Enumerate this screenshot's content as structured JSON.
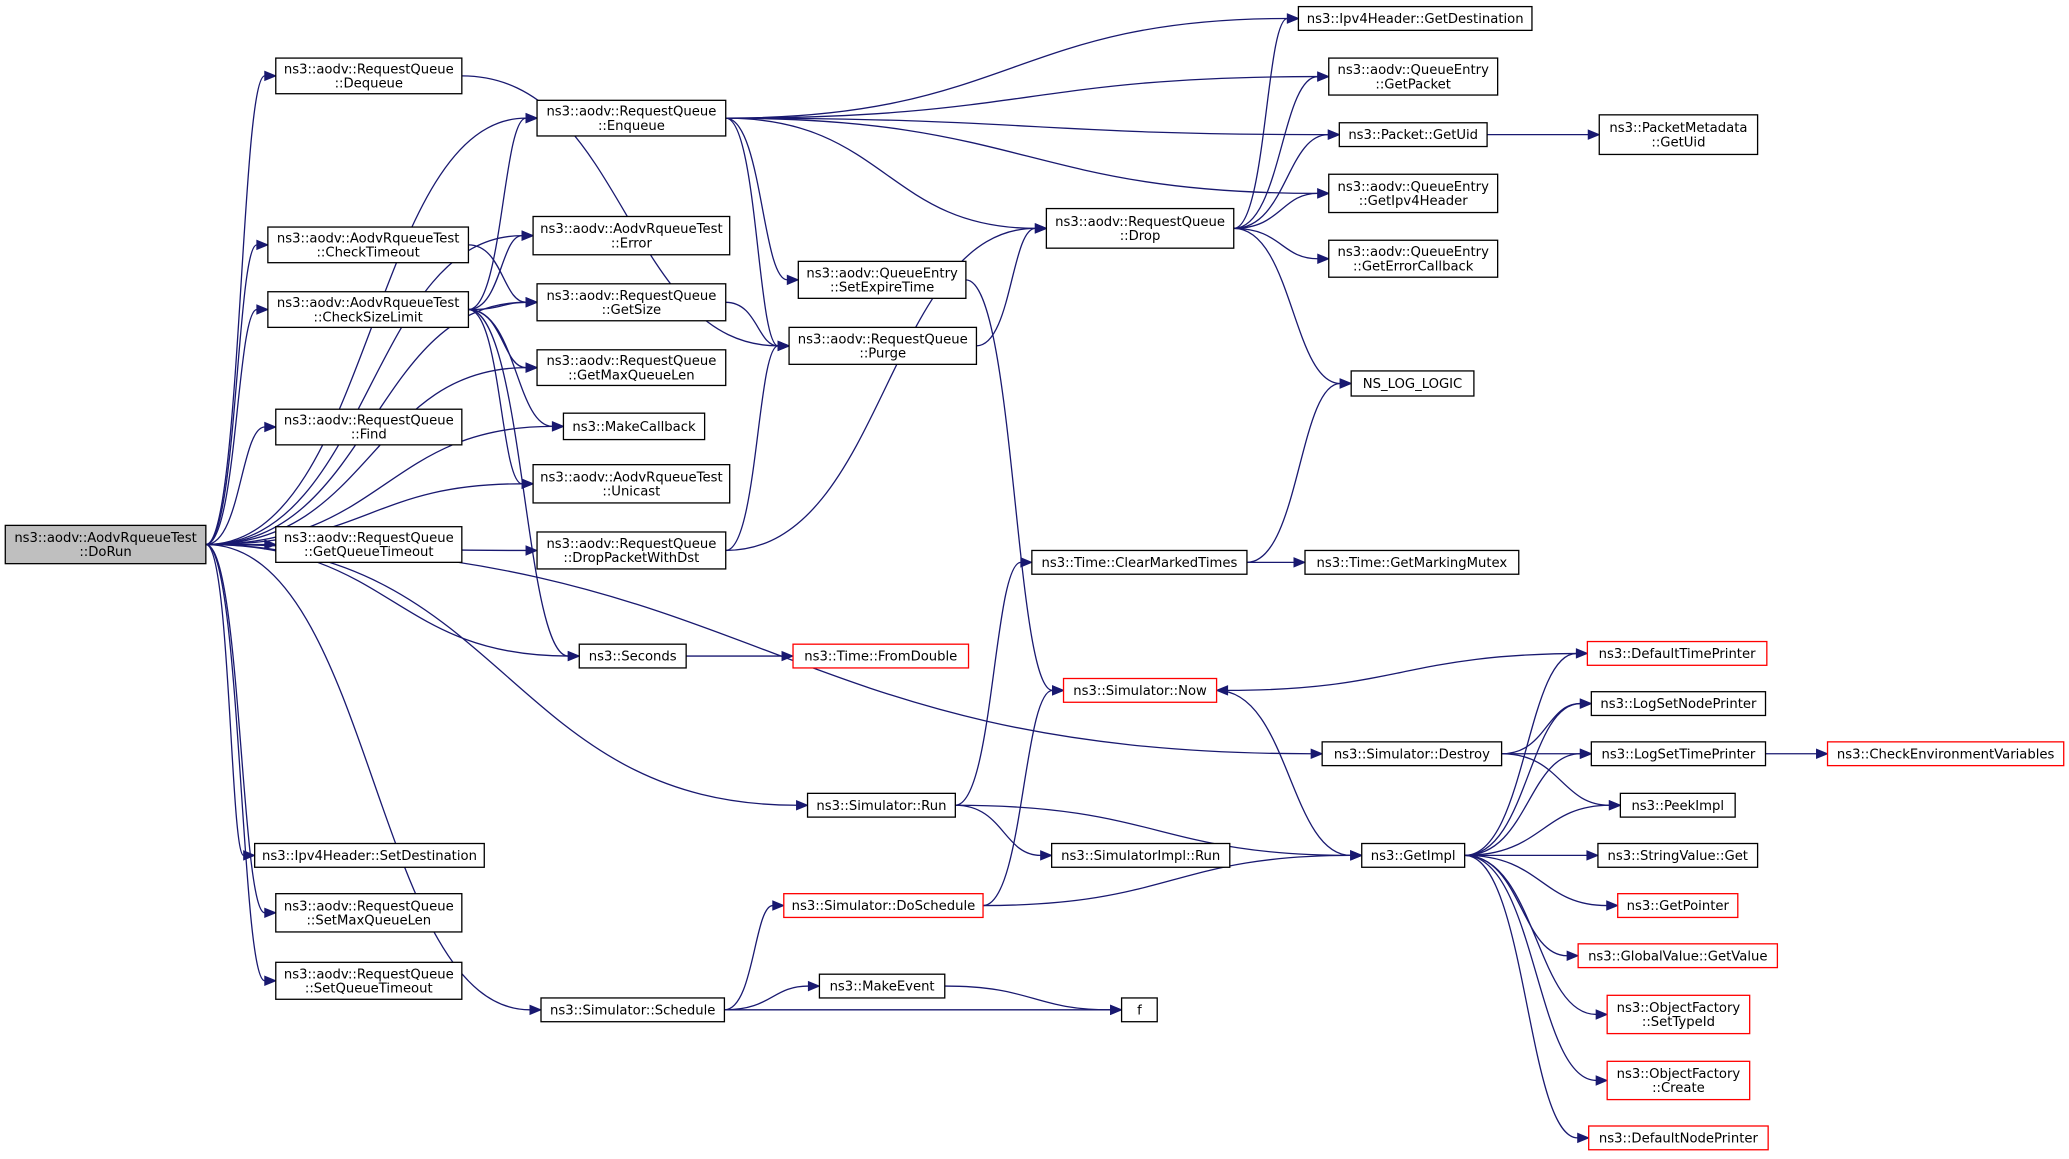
{
  "graph": {
    "edge_color": "#191970",
    "root_fill": "#bfbfbf",
    "nodes": [
      {
        "id": "dorun",
        "lines": [
          "ns3::aodv::AodvRqueueTest",
          "::DoRun"
        ],
        "root": true
      },
      {
        "id": "dequeue",
        "lines": [
          "ns3::aodv::RequestQueue",
          "::Dequeue"
        ]
      },
      {
        "id": "checktimeout",
        "lines": [
          "ns3::aodv::AodvRqueueTest",
          "::CheckTimeout"
        ]
      },
      {
        "id": "checksizelimit",
        "lines": [
          "ns3::aodv::AodvRqueueTest",
          "::CheckSizeLimit"
        ]
      },
      {
        "id": "find",
        "lines": [
          "ns3::aodv::RequestQueue",
          "::Find"
        ]
      },
      {
        "id": "getqueuetimeout",
        "lines": [
          "ns3::aodv::RequestQueue",
          "::GetQueueTimeout"
        ]
      },
      {
        "id": "setdestination",
        "lines": [
          "ns3::Ipv4Header::SetDestination"
        ]
      },
      {
        "id": "setmaxqueuelen",
        "lines": [
          "ns3::aodv::RequestQueue",
          "::SetMaxQueueLen"
        ]
      },
      {
        "id": "setqueuetimeout",
        "lines": [
          "ns3::aodv::RequestQueue",
          "::SetQueueTimeout"
        ]
      },
      {
        "id": "enqueue",
        "lines": [
          "ns3::aodv::RequestQueue",
          "::Enqueue"
        ]
      },
      {
        "id": "error",
        "lines": [
          "ns3::aodv::AodvRqueueTest",
          "::Error"
        ]
      },
      {
        "id": "getsize",
        "lines": [
          "ns3::aodv::RequestQueue",
          "::GetSize"
        ]
      },
      {
        "id": "getmaxqueuelen",
        "lines": [
          "ns3::aodv::RequestQueue",
          "::GetMaxQueueLen"
        ]
      },
      {
        "id": "makecallback",
        "lines": [
          "ns3::MakeCallback"
        ]
      },
      {
        "id": "unicast",
        "lines": [
          "ns3::aodv::AodvRqueueTest",
          "::Unicast"
        ]
      },
      {
        "id": "droppacketwithdst",
        "lines": [
          "ns3::aodv::RequestQueue",
          "::DropPacketWithDst"
        ]
      },
      {
        "id": "seconds",
        "lines": [
          "ns3::Seconds"
        ]
      },
      {
        "id": "simrun",
        "lines": [
          "ns3::Simulator::Run"
        ]
      },
      {
        "id": "doschedule",
        "lines": [
          "ns3::Simulator::DoSchedule"
        ],
        "red": true
      },
      {
        "id": "schedule",
        "lines": [
          "ns3::Simulator::Schedule"
        ]
      },
      {
        "id": "setexpiretime",
        "lines": [
          "ns3::aodv::QueueEntry",
          "::SetExpireTime"
        ]
      },
      {
        "id": "purge",
        "lines": [
          "ns3::aodv::RequestQueue",
          "::Purge"
        ]
      },
      {
        "id": "fromdouble",
        "lines": [
          "ns3::Time::FromDouble"
        ],
        "red": true
      },
      {
        "id": "makeevent",
        "lines": [
          "ns3::MakeEvent"
        ]
      },
      {
        "id": "drop",
        "lines": [
          "ns3::aodv::RequestQueue",
          "::Drop"
        ]
      },
      {
        "id": "clearmarkedtimes",
        "lines": [
          "ns3::Time::ClearMarkedTimes"
        ]
      },
      {
        "id": "now",
        "lines": [
          "ns3::Simulator::Now"
        ],
        "red": true
      },
      {
        "id": "simimplrun",
        "lines": [
          "ns3::SimulatorImpl::Run"
        ]
      },
      {
        "id": "getdestination",
        "lines": [
          "ns3::Ipv4Header::GetDestination"
        ]
      },
      {
        "id": "getpacket",
        "lines": [
          "ns3::aodv::QueueEntry",
          "::GetPacket"
        ]
      },
      {
        "id": "getuid",
        "lines": [
          "ns3::Packet::GetUid"
        ]
      },
      {
        "id": "getipv4header",
        "lines": [
          "ns3::aodv::QueueEntry",
          "::GetIpv4Header"
        ]
      },
      {
        "id": "geterrorcallback",
        "lines": [
          "ns3::aodv::QueueEntry",
          "::GetErrorCallback"
        ]
      },
      {
        "id": "nslog",
        "lines": [
          "NS_LOG_LOGIC"
        ]
      },
      {
        "id": "getmarkingmutex",
        "lines": [
          "ns3::Time::GetMarkingMutex"
        ]
      },
      {
        "id": "destroy",
        "lines": [
          "ns3::Simulator::Destroy"
        ]
      },
      {
        "id": "getimpl",
        "lines": [
          "ns3::GetImpl"
        ]
      },
      {
        "id": "f",
        "lines": [
          "f"
        ]
      },
      {
        "id": "pmgetuid",
        "lines": [
          "ns3::PacketMetadata",
          "::GetUid"
        ]
      },
      {
        "id": "defaulttimeprinter",
        "lines": [
          "ns3::DefaultTimePrinter"
        ],
        "red": true
      },
      {
        "id": "logsetnodeprinter",
        "lines": [
          "ns3::LogSetNodePrinter"
        ]
      },
      {
        "id": "logsettimeprinter",
        "lines": [
          "ns3::LogSetTimePrinter"
        ]
      },
      {
        "id": "peekimpl",
        "lines": [
          "ns3::PeekImpl"
        ]
      },
      {
        "id": "stringvalueget",
        "lines": [
          "ns3::StringValue::Get"
        ]
      },
      {
        "id": "getpointer",
        "lines": [
          "ns3::GetPointer"
        ],
        "red": true
      },
      {
        "id": "globalvalue",
        "lines": [
          "ns3::GlobalValue::GetValue"
        ],
        "red": true
      },
      {
        "id": "settypeid",
        "lines": [
          "ns3::ObjectFactory",
          "::SetTypeId"
        ],
        "red": true
      },
      {
        "id": "create",
        "lines": [
          "ns3::ObjectFactory",
          "::Create"
        ],
        "red": true
      },
      {
        "id": "defaultnodeprinter",
        "lines": [
          "ns3::DefaultNodePrinter"
        ],
        "red": true
      },
      {
        "id": "checkenv",
        "lines": [
          "ns3::CheckEnvironmentVariables"
        ],
        "red": true
      }
    ],
    "edges": [
      [
        "dorun",
        "dequeue"
      ],
      [
        "dorun",
        "enqueue"
      ],
      [
        "dorun",
        "error"
      ],
      [
        "dorun",
        "getsize"
      ],
      [
        "dorun",
        "checktimeout"
      ],
      [
        "dorun",
        "checksizelimit"
      ],
      [
        "dorun",
        "getmaxqueuelen"
      ],
      [
        "dorun",
        "find"
      ],
      [
        "dorun",
        "makecallback"
      ],
      [
        "dorun",
        "unicast"
      ],
      [
        "dorun",
        "getqueuetimeout"
      ],
      [
        "dorun",
        "droppacketwithdst"
      ],
      [
        "dorun",
        "seconds"
      ],
      [
        "dorun",
        "destroy"
      ],
      [
        "dorun",
        "simrun"
      ],
      [
        "dorun",
        "setdestination"
      ],
      [
        "dorun",
        "setmaxqueuelen"
      ],
      [
        "dorun",
        "setqueuetimeout"
      ],
      [
        "dorun",
        "schedule"
      ],
      [
        "dequeue",
        "purge"
      ],
      [
        "checktimeout",
        "getsize"
      ],
      [
        "checksizelimit",
        "enqueue"
      ],
      [
        "checksizelimit",
        "error"
      ],
      [
        "checksizelimit",
        "getsize"
      ],
      [
        "checksizelimit",
        "getmaxqueuelen"
      ],
      [
        "checksizelimit",
        "makecallback"
      ],
      [
        "checksizelimit",
        "unicast"
      ],
      [
        "checksizelimit",
        "seconds"
      ],
      [
        "enqueue",
        "getdestination"
      ],
      [
        "enqueue",
        "getpacket"
      ],
      [
        "enqueue",
        "getuid"
      ],
      [
        "enqueue",
        "getipv4header"
      ],
      [
        "enqueue",
        "drop"
      ],
      [
        "enqueue",
        "setexpiretime"
      ],
      [
        "enqueue",
        "purge"
      ],
      [
        "getsize",
        "purge"
      ],
      [
        "droppacketwithdst",
        "purge"
      ],
      [
        "droppacketwithdst",
        "drop"
      ],
      [
        "seconds",
        "fromdouble"
      ],
      [
        "simrun",
        "clearmarkedtimes"
      ],
      [
        "simrun",
        "simimplrun"
      ],
      [
        "simrun",
        "getimpl"
      ],
      [
        "schedule",
        "makeevent"
      ],
      [
        "schedule",
        "f"
      ],
      [
        "schedule",
        "doschedule"
      ],
      [
        "doschedule",
        "now"
      ],
      [
        "doschedule",
        "getimpl"
      ],
      [
        "setexpiretime",
        "now"
      ],
      [
        "purge",
        "drop"
      ],
      [
        "makeevent",
        "f"
      ],
      [
        "drop",
        "getdestination"
      ],
      [
        "drop",
        "getpacket"
      ],
      [
        "drop",
        "getuid"
      ],
      [
        "drop",
        "getipv4header"
      ],
      [
        "drop",
        "geterrorcallback"
      ],
      [
        "drop",
        "nslog"
      ],
      [
        "clearmarkedtimes",
        "nslog"
      ],
      [
        "clearmarkedtimes",
        "getmarkingmutex"
      ],
      [
        "now",
        "getimpl"
      ],
      [
        "getuid",
        "pmgetuid"
      ],
      [
        "destroy",
        "logsetnodeprinter"
      ],
      [
        "destroy",
        "logsettimeprinter"
      ],
      [
        "destroy",
        "peekimpl"
      ],
      [
        "getimpl",
        "defaulttimeprinter"
      ],
      [
        "getimpl",
        "logsetnodeprinter"
      ],
      [
        "getimpl",
        "logsettimeprinter"
      ],
      [
        "getimpl",
        "peekimpl"
      ],
      [
        "getimpl",
        "stringvalueget"
      ],
      [
        "getimpl",
        "getpointer"
      ],
      [
        "getimpl",
        "globalvalue"
      ],
      [
        "getimpl",
        "settypeid"
      ],
      [
        "getimpl",
        "create"
      ],
      [
        "getimpl",
        "defaultnodeprinter"
      ],
      [
        "defaulttimeprinter",
        "now"
      ],
      [
        "logsettimeprinter",
        "checkenv"
      ]
    ]
  }
}
